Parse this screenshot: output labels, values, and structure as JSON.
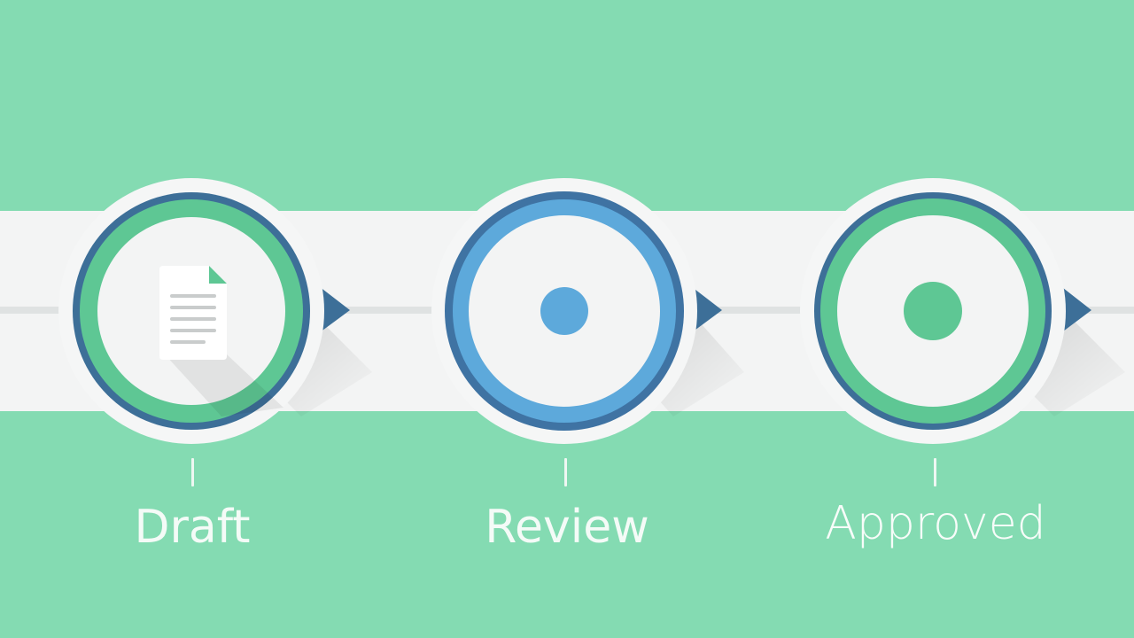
{
  "process": {
    "steps": [
      {
        "label": "Draft",
        "icon": "document-icon",
        "state": "done"
      },
      {
        "label": "Review",
        "icon": "dot-icon",
        "state": "current"
      },
      {
        "label": "Approved",
        "icon": "dot-icon",
        "state": "upcoming"
      }
    ]
  },
  "colors": {
    "background": "#84dbb2",
    "band": "#f3f4f4",
    "ring_dark": "#3d6f98",
    "ring_green": "#5ec794",
    "ring_blue": "#5da9db",
    "arrow": "#3d6f98"
  }
}
